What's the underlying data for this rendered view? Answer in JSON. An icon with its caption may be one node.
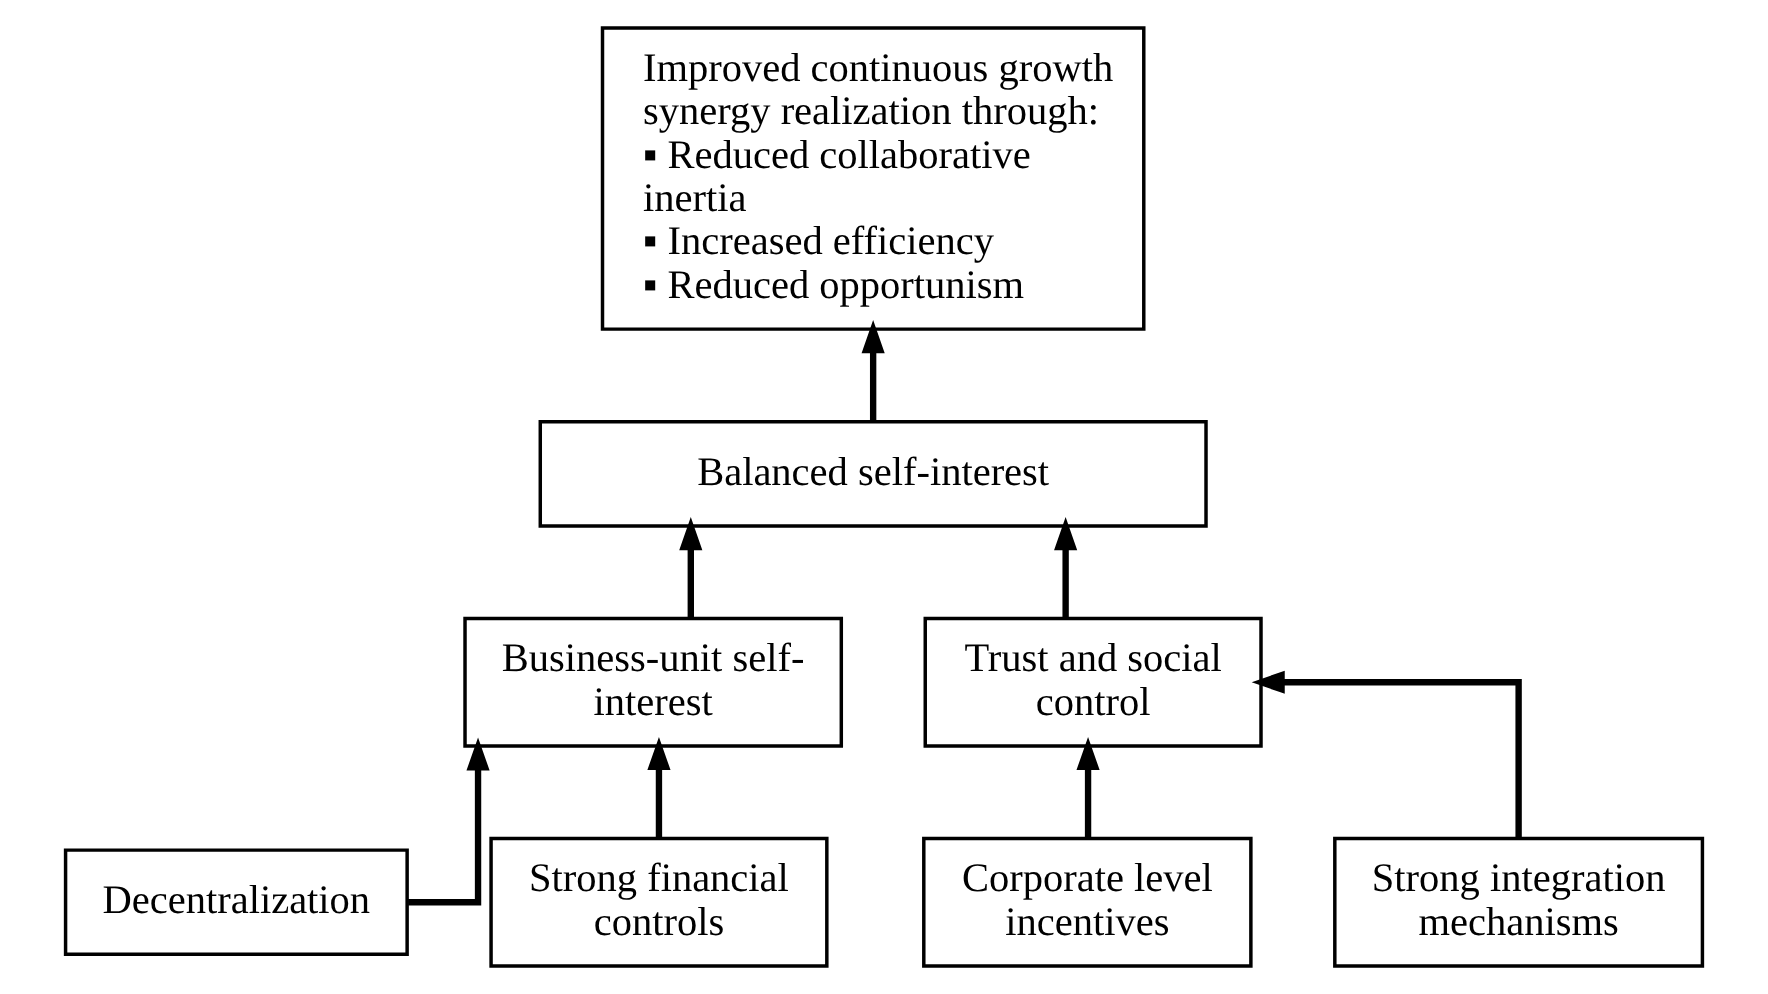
{
  "diagram": {
    "nodes": [
      {
        "text": [
          "Improved continuous growth synergy realization through:",
          "▪ Reduced collaborative inertia",
          "▪ Increased efficiency",
          "▪ Reduced opportunism"
        ]
      },
      {
        "text": [
          "Balanced self-interest"
        ]
      },
      {
        "text": [
          "Business-unit self-interest"
        ]
      },
      {
        "text": [
          "Trust and social control"
        ]
      },
      {
        "text": [
          "Decentralization"
        ]
      },
      {
        "text": [
          "Strong financial controls"
        ]
      },
      {
        "text": [
          "Corporate level incentives"
        ]
      },
      {
        "text": [
          "Strong integration mechanisms"
        ]
      }
    ],
    "edges": [
      {
        "from": 1,
        "to": 0,
        "arrow": "to"
      },
      {
        "from": 2,
        "to": 1,
        "arrow": "to"
      },
      {
        "from": 3,
        "to": 1,
        "arrow": "to"
      },
      {
        "from": 4,
        "to": 2,
        "arrow": "to"
      },
      {
        "from": 5,
        "to": 2,
        "arrow": "to"
      },
      {
        "from": 6,
        "to": 3,
        "arrow": "to"
      },
      {
        "from": 7,
        "to": 3,
        "arrow": "to"
      }
    ]
  }
}
